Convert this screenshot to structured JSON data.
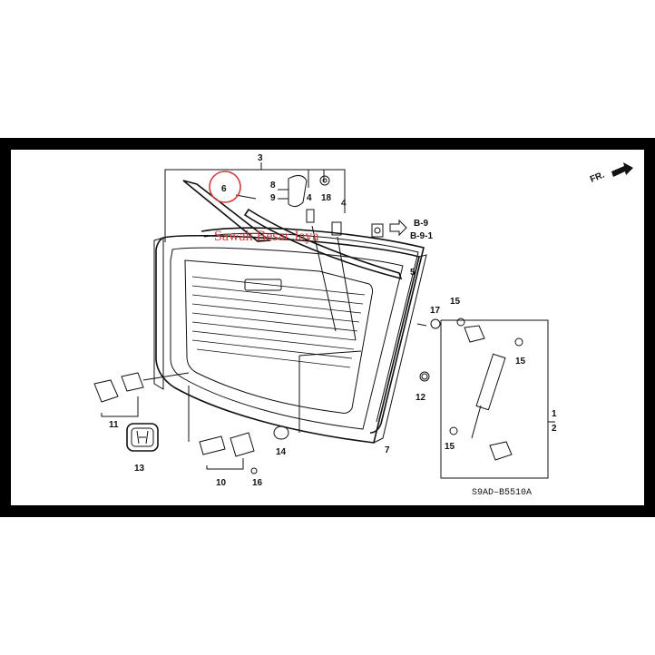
{
  "diagram": {
    "code": "S9AD–B5510A",
    "direction_label": "FR.",
    "watermark": "Sawah Besar Jaya",
    "refs": [
      "B-9",
      "B-9-1"
    ],
    "callouts": [
      {
        "id": "c3",
        "label": "3"
      },
      {
        "id": "c6",
        "label": "6",
        "circled": true
      },
      {
        "id": "c8",
        "label": "8"
      },
      {
        "id": "c9",
        "label": "9"
      },
      {
        "id": "c4a",
        "label": "4"
      },
      {
        "id": "c18",
        "label": "18"
      },
      {
        "id": "c4b",
        "label": "4"
      },
      {
        "id": "c5",
        "label": "5"
      },
      {
        "id": "c17",
        "label": "17"
      },
      {
        "id": "c15a",
        "label": "15"
      },
      {
        "id": "c15b",
        "label": "15"
      },
      {
        "id": "c12",
        "label": "12"
      },
      {
        "id": "c1",
        "label": "1"
      },
      {
        "id": "c2",
        "label": "2"
      },
      {
        "id": "c15c",
        "label": "15"
      },
      {
        "id": "c7",
        "label": "7"
      },
      {
        "id": "c14",
        "label": "14"
      },
      {
        "id": "c11",
        "label": "11"
      },
      {
        "id": "c13",
        "label": "13"
      },
      {
        "id": "c10",
        "label": "10"
      },
      {
        "id": "c16",
        "label": "16"
      }
    ],
    "highlight_color": "#d23c3c"
  }
}
